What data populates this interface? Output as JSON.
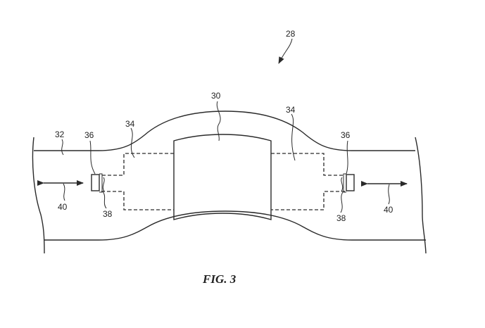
{
  "figure": {
    "caption": "FIG. 3",
    "labels": {
      "device": "28",
      "housing": "30",
      "band": "32",
      "adapter_left": "34",
      "adapter_right": "34",
      "button_left": "36",
      "button_right": "36",
      "latch_left": "38",
      "latch_right": "38",
      "arrow_left": "40",
      "arrow_right": "40"
    }
  }
}
